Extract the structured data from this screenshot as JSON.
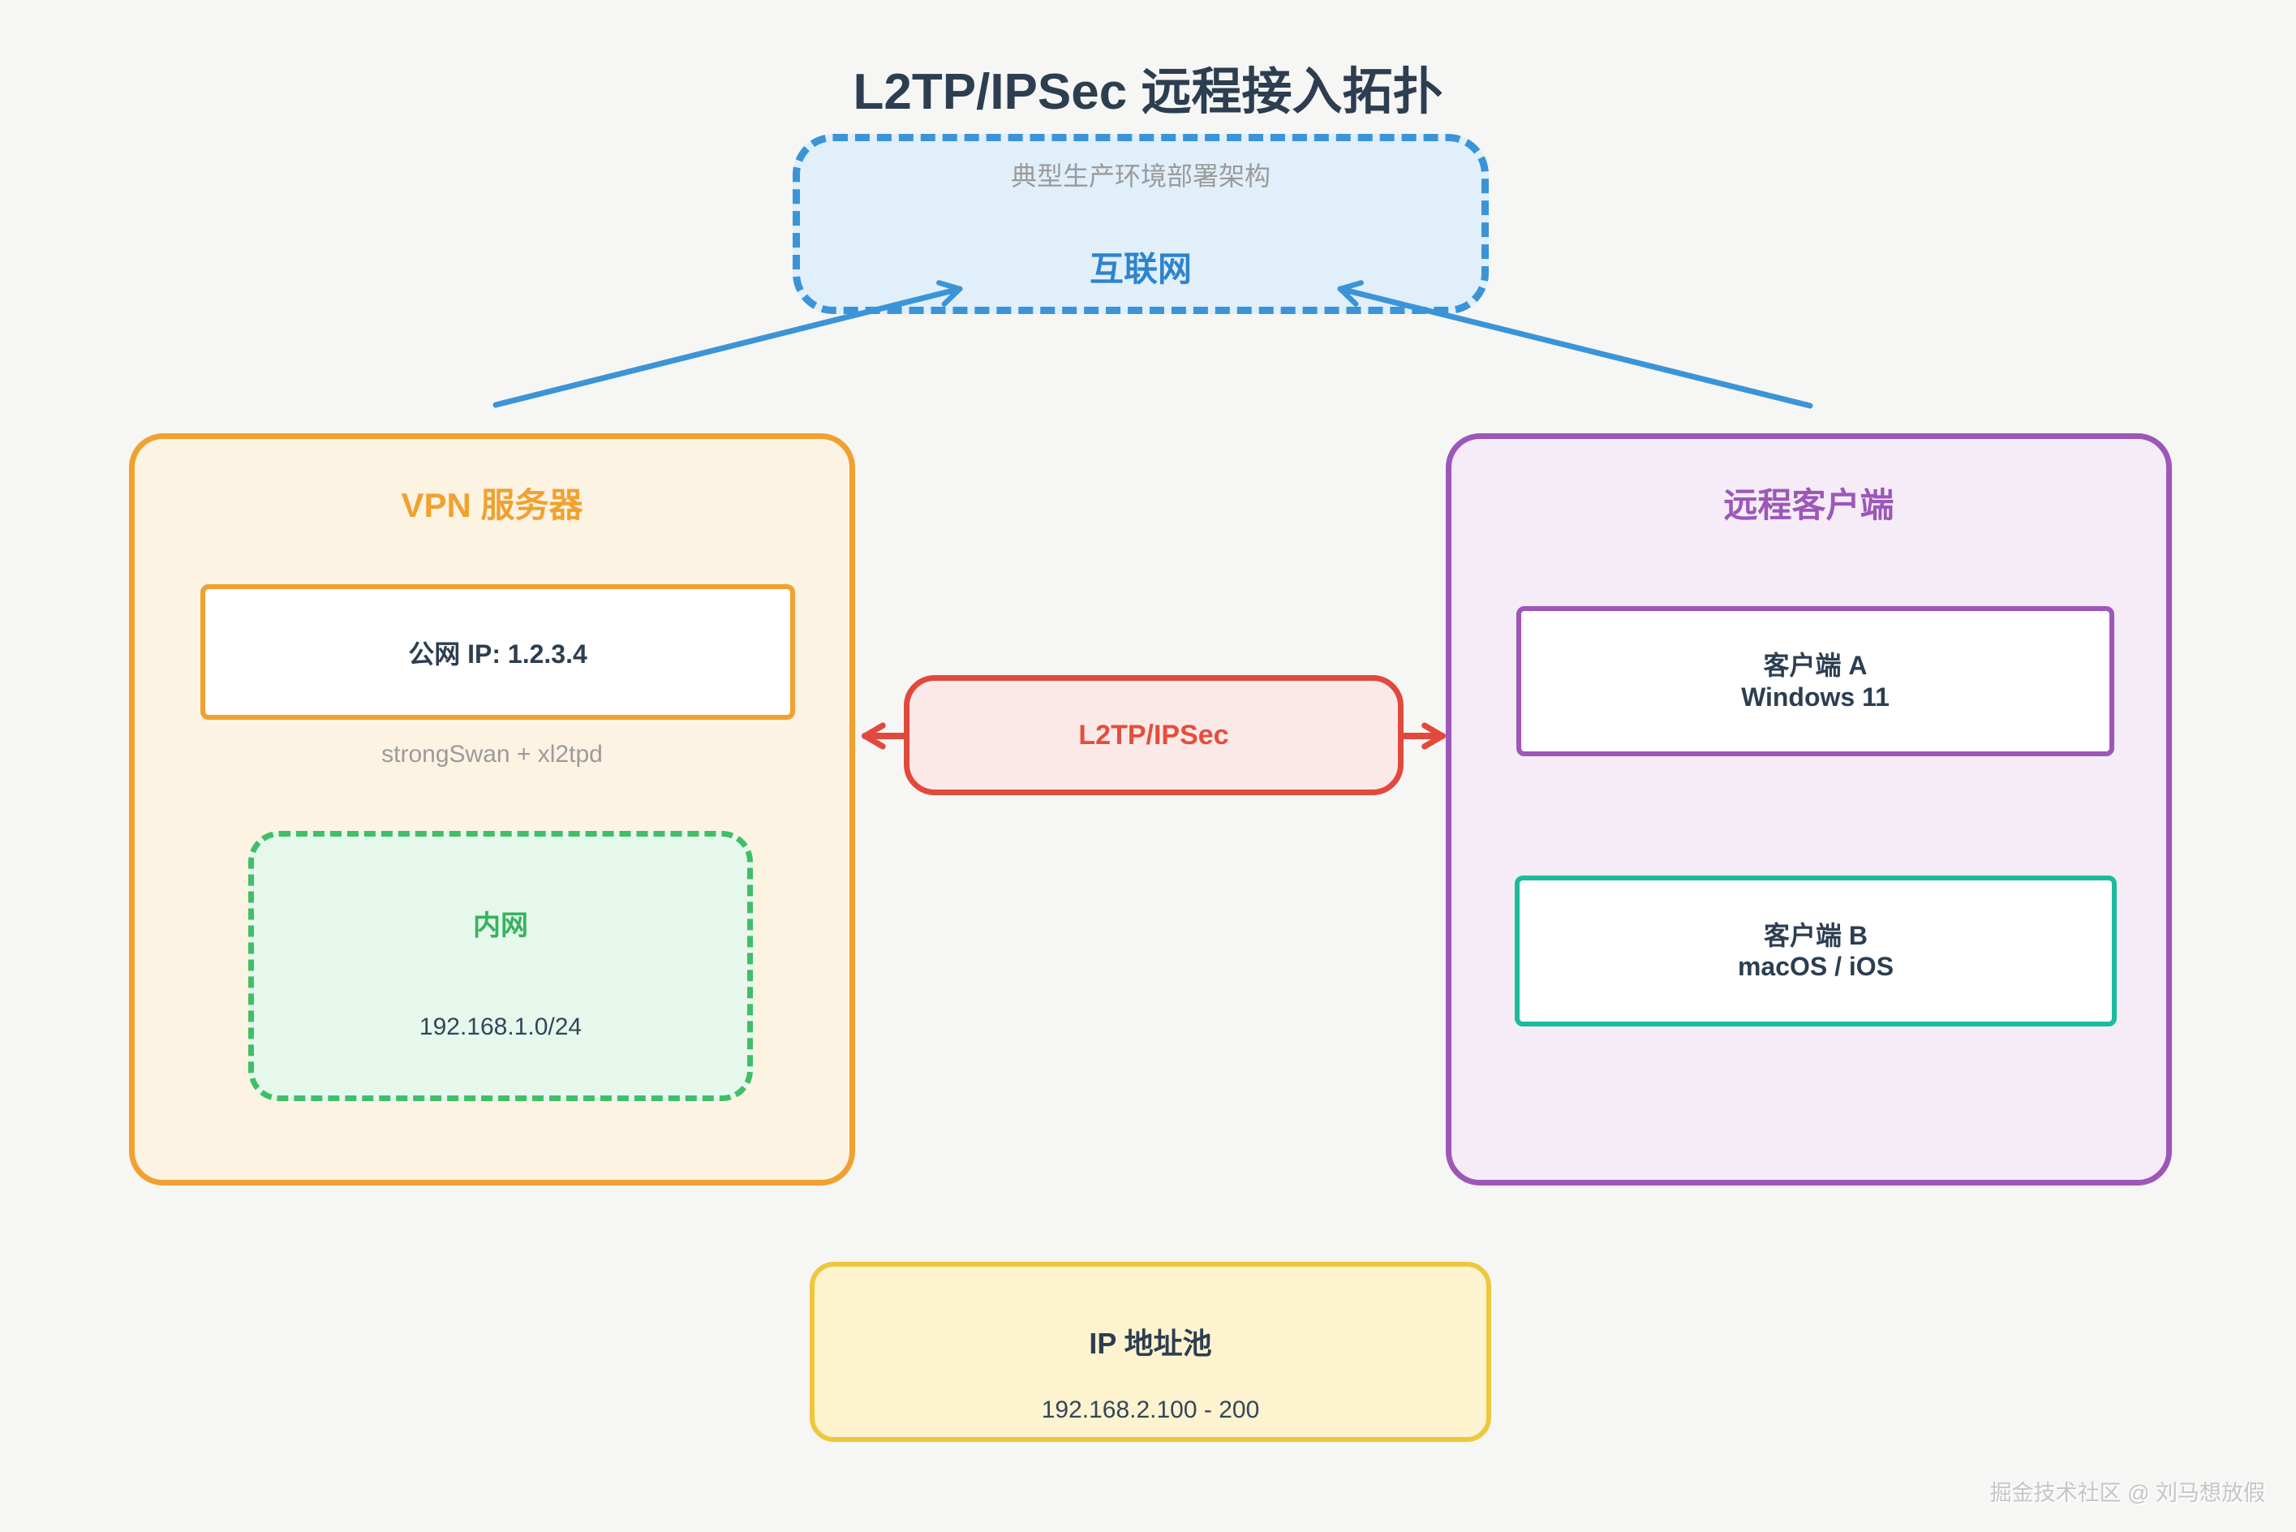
{
  "title": "L2TP/IPSec 远程接入拓扑",
  "internet": {
    "subtitle": "典型生产环境部署架构",
    "label": "互联网"
  },
  "vpn_server": {
    "title": "VPN 服务器",
    "public_ip": "公网 IP: 1.2.3.4",
    "software": "strongSwan + xl2tpd",
    "intranet": {
      "label": "内网",
      "cidr": "192.168.1.0/24"
    }
  },
  "tunnel": {
    "label": "L2TP/IPSec"
  },
  "clients": {
    "title": "远程客户端",
    "client_a": {
      "name": "客户端 A",
      "os": "Windows 11"
    },
    "client_b": {
      "name": "客户端 B",
      "os": "macOS / iOS"
    }
  },
  "ip_pool": {
    "title": "IP 地址池",
    "range": "192.168.2.100 - 200"
  },
  "watermark": "掘金技术社区 @ 刘马想放假",
  "colors": {
    "navy": "#2c3e50",
    "navy_soft": "#33475a",
    "gray": "#9b9b9b",
    "blue": "#3b94d8",
    "blue_text": "#2e84cc",
    "blue_bg": "#e0effa",
    "orange": "#f0a12f",
    "orange_bg": "#fdf3e3",
    "green": "#3fbf68",
    "green_text": "#35b35d",
    "green_bg": "#e6f7ec",
    "purple": "#9c57b8",
    "purple_bg": "#f5ecf8",
    "teal": "#1abc9c",
    "red": "#e2493d",
    "red_text": "#e74c3c",
    "red_bg": "#fbe9e7",
    "yellow": "#eec73e",
    "yellow_bg": "#fdf3cf",
    "watermark": "#c6c6c6",
    "background": "#f6f6f4"
  }
}
